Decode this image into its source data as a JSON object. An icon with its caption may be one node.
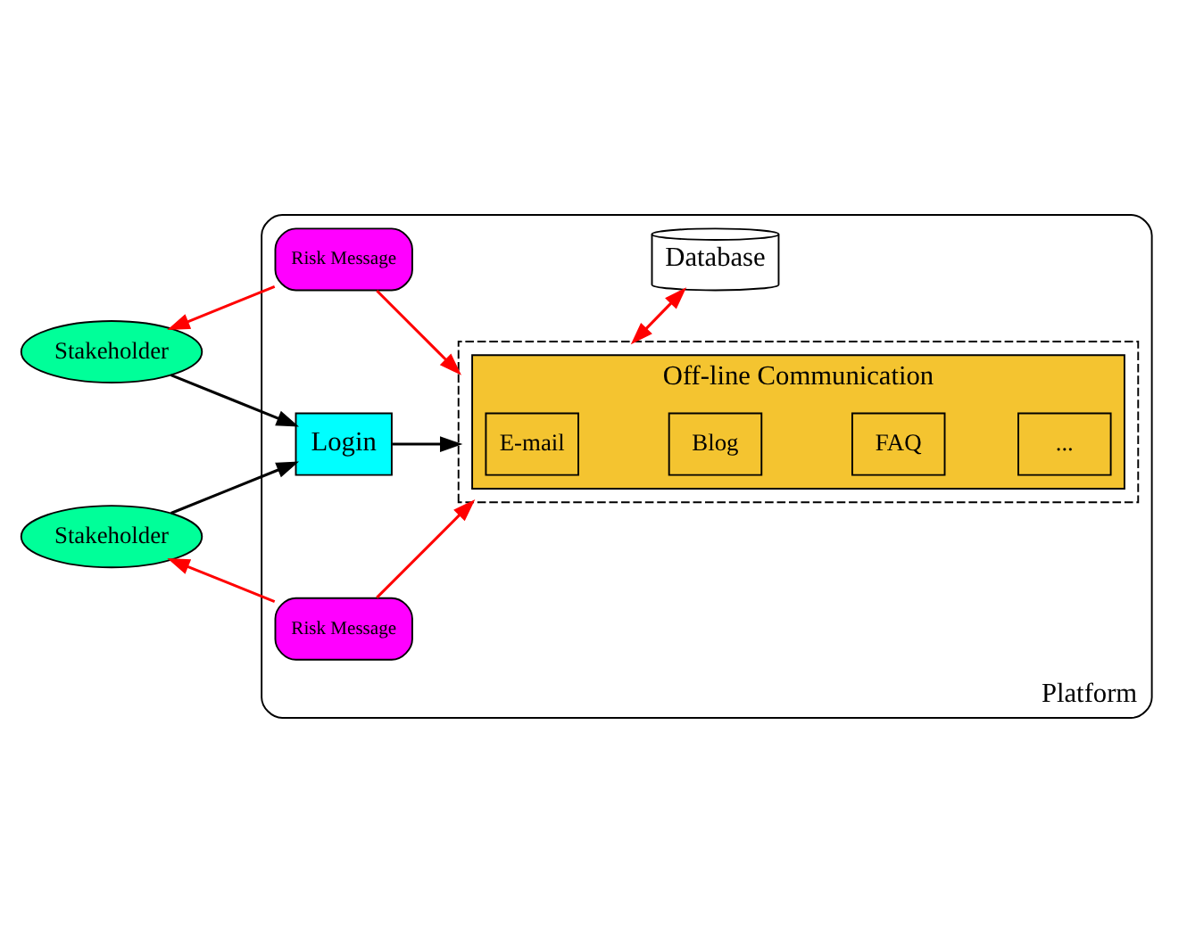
{
  "diagram": {
    "nodes": [
      {
        "text": [
          "Stakeholder"
        ]
      },
      {
        "text": [
          "Platform"
        ]
      },
      {
        "text": [
          "Risk Message"
        ],
        "in": 1
      },
      {
        "text": [
          "Login"
        ],
        "in": 1
      },
      {
        "text": [],
        "shape": "box",
        "in": 1
      },
      {
        "text": [
          "Off-line Communication"
        ],
        "in": 4
      },
      {
        "text": [
          "E-mail"
        ],
        "in": 5
      },
      {
        "text": [
          "Blog"
        ],
        "in": 5
      },
      {
        "text": [
          "FAQ"
        ],
        "in": 5
      },
      {
        "text": [
          "..."
        ],
        "in": 5
      },
      {
        "text": [
          "Risk Message"
        ],
        "in": 1
      },
      {
        "text": [
          "Database"
        ],
        "in": 1
      },
      {
        "text": [
          "Stakeholder"
        ]
      }
    ],
    "edges": [
      {
        "from": 0,
        "to": 3,
        "arrow": "to",
        "color": "#000000"
      },
      {
        "from": 12,
        "to": 3,
        "arrow": "to",
        "color": "#000000"
      },
      {
        "from": 3,
        "to": 4,
        "arrow": "to",
        "color": "#000000"
      },
      {
        "from": 2,
        "to": 0,
        "arrow": "to",
        "color": "#ff0000"
      },
      {
        "from": 2,
        "to": 4,
        "arrow": "to",
        "color": "#ff0000"
      },
      {
        "from": 10,
        "to": 4,
        "arrow": "to",
        "color": "#ff0000"
      },
      {
        "from": 10,
        "to": 12,
        "arrow": "to",
        "color": "#ff0000"
      },
      {
        "from": 11,
        "to": 4,
        "arrow": "both",
        "color": "#ff0000"
      }
    ]
  }
}
